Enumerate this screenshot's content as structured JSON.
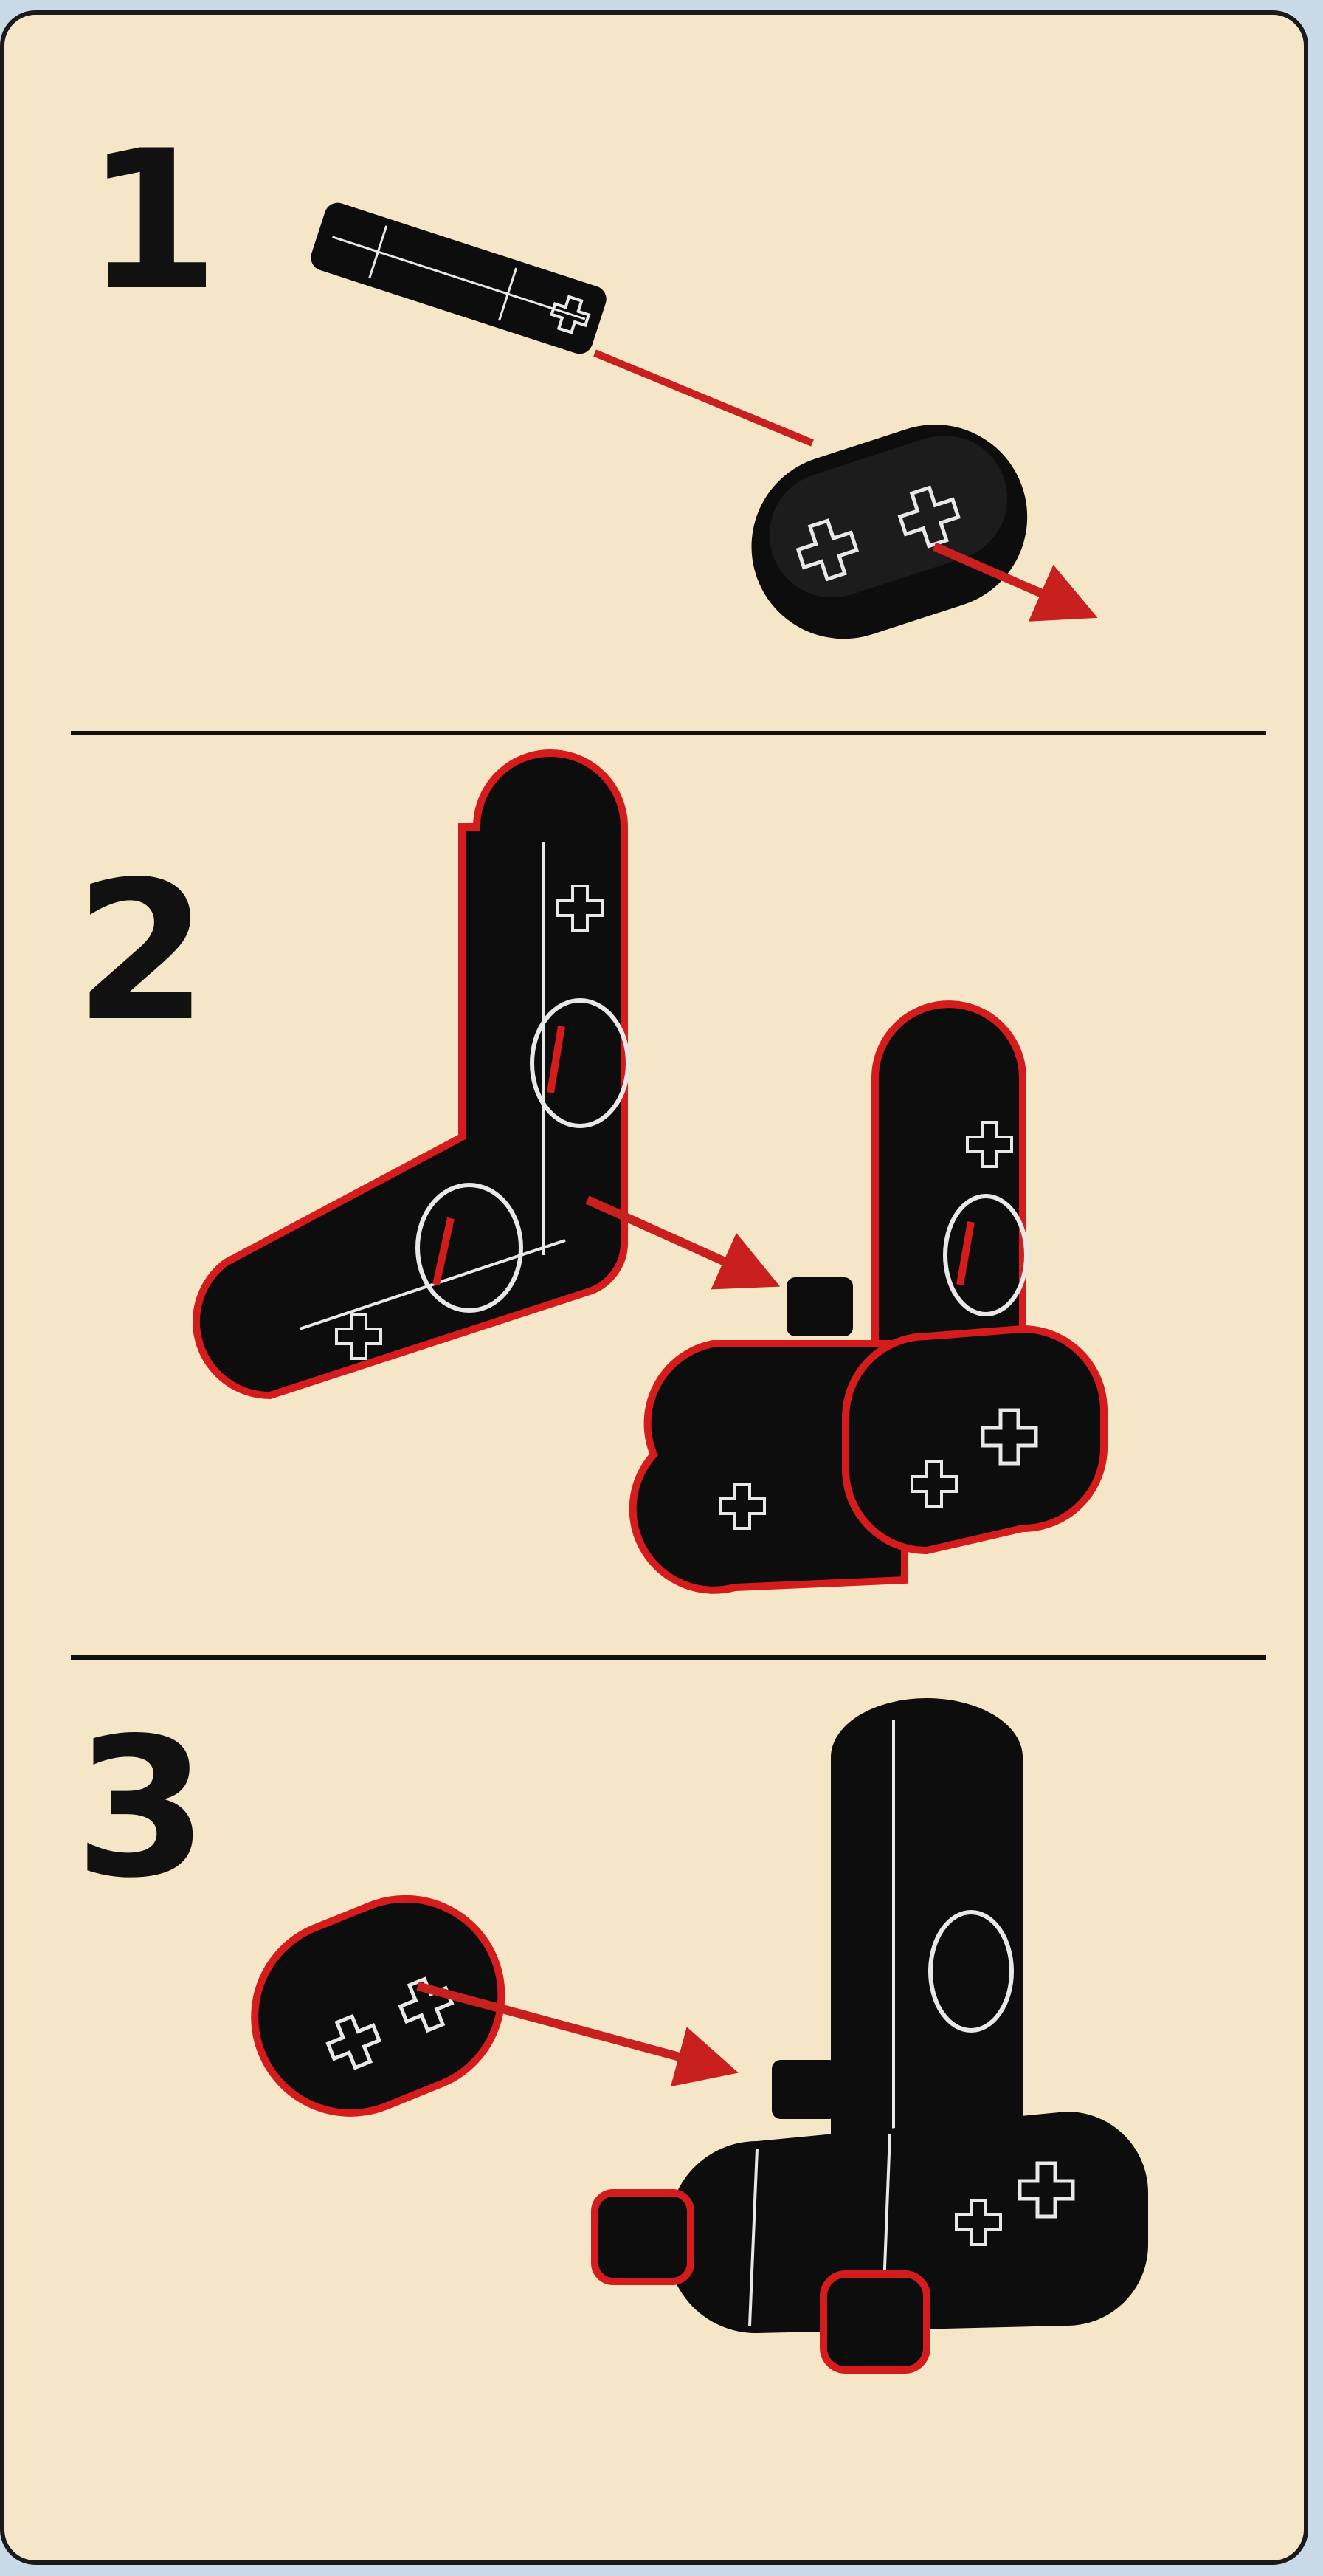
{
  "steps": [
    {
      "number": "1"
    },
    {
      "number": "2"
    },
    {
      "number": "3"
    }
  ],
  "colors": {
    "background": "#f5e6c8",
    "part": "#0d0d0d",
    "part_outline_new": "#d41c1c",
    "arrow": "#c8201f",
    "detail": "#e8e8e8"
  },
  "icons": [
    "axle-icon",
    "beam-icon",
    "l-beam-icon",
    "arrow-icon"
  ]
}
